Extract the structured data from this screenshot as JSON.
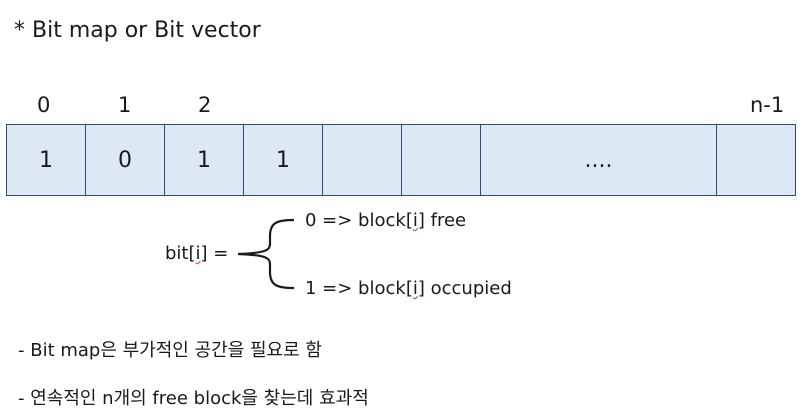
{
  "title": "* Bit map or Bit vector",
  "indices": [
    "0",
    "1",
    "2",
    "n-1"
  ],
  "cells": [
    "1",
    "0",
    "1",
    "1",
    "",
    "",
    "....",
    ""
  ],
  "formula": {
    "lhs_prefix": "bit[",
    "lhs_index": "i",
    "lhs_suffix": "] =",
    "case0_prefix": "0 => block[",
    "case0_index": "i",
    "case0_suffix": "] free",
    "case1_prefix": "1 => block[",
    "case1_index": "i",
    "case1_suffix": "] occupied"
  },
  "bullets": [
    "- Bit map은 부가적인 공간을 필요로 함",
    "- 연속적인 n개의 free block을 찾는데 효과적"
  ],
  "colors": {
    "cell_fill": "#dde8f5",
    "cell_border": "#2f4a7a",
    "text": "#1a1a1a"
  }
}
